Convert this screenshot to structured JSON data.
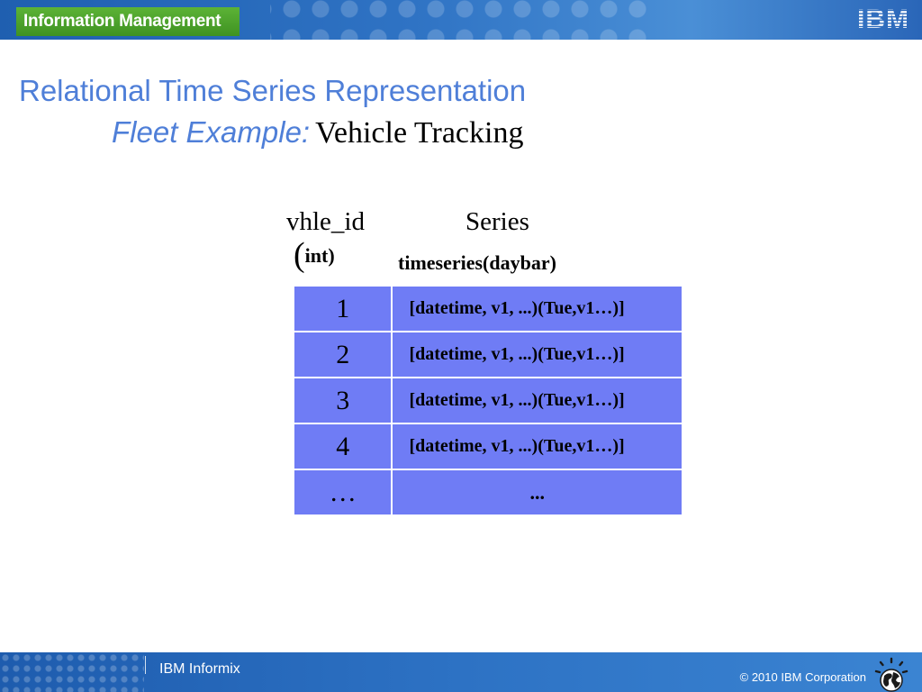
{
  "header": {
    "brand": "Information Management",
    "logo": "IBM",
    "accent_green": "#4ea52c",
    "bar_blue": "#2f73c4"
  },
  "slide": {
    "title": "Relational Time Series Representation",
    "subtitle_italic": "Fleet Example:",
    "subtitle_serif": "Vehicle Tracking",
    "title_color": "#4f7fd8"
  },
  "table": {
    "columns": [
      {
        "name": "vhle_id",
        "type_open": "(",
        "type": "int",
        "type_close": ")"
      },
      {
        "name": "Series",
        "type": "timeseries(daybar)"
      }
    ],
    "rows": [
      {
        "id": "1",
        "value": "[datetime, v1, ...)(Tue,v1…)]"
      },
      {
        "id": "2",
        "value": "[datetime, v1, ...)(Tue,v1…)]"
      },
      {
        "id": "3",
        "value": "[datetime, v1, ...)(Tue,v1…)]"
      },
      {
        "id": "4",
        "value": "[datetime, v1, ...)(Tue,v1…)]"
      },
      {
        "id": "…",
        "value": "..."
      }
    ],
    "cell_color": "#6f7cf5"
  },
  "footer": {
    "product": "IBM Informix",
    "copyright": "© 2010 IBM Corporation",
    "icon": "globe-icon"
  }
}
